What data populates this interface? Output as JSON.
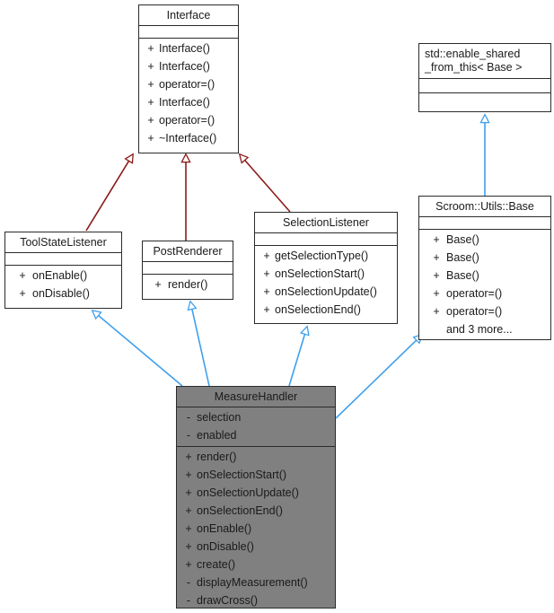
{
  "diagram": {
    "kind": "uml-class-inheritance",
    "colors": {
      "inherit_red": "#8b1a1a",
      "inherit_blue": "#3ea0ee",
      "node_fill": "#ffffff",
      "highlight_fill": "#808080",
      "border": "#2b2b2b",
      "background": "#ffffff"
    }
  },
  "nodes": {
    "interface": {
      "title": "Interface",
      "attributes": [],
      "methods": [
        {
          "vis": "+",
          "name": "Interface()"
        },
        {
          "vis": "+",
          "name": "Interface()"
        },
        {
          "vis": "+",
          "name": "operator=()"
        },
        {
          "vis": "+",
          "name": "Interface()"
        },
        {
          "vis": "+",
          "name": "operator=()"
        },
        {
          "vis": "+",
          "name": "~Interface()"
        }
      ]
    },
    "enable_shared": {
      "title": "std::enable_shared\n_from_this< Base >",
      "attributes": [],
      "methods": []
    },
    "base": {
      "title": "Scroom::Utils::Base",
      "attributes": [],
      "methods": [
        {
          "vis": "+",
          "name": "Base()"
        },
        {
          "vis": "+",
          "name": "Base()"
        },
        {
          "vis": "+",
          "name": "Base()"
        },
        {
          "vis": "+",
          "name": "operator=()"
        },
        {
          "vis": "+",
          "name": "operator=()"
        },
        {
          "vis": "",
          "name": "and 3 more..."
        }
      ]
    },
    "selection_listener": {
      "title": "SelectionListener",
      "attributes": [],
      "methods": [
        {
          "vis": "+",
          "name": "getSelectionType()"
        },
        {
          "vis": "+",
          "name": "onSelectionStart()"
        },
        {
          "vis": "+",
          "name": "onSelectionUpdate()"
        },
        {
          "vis": "+",
          "name": "onSelectionEnd()"
        }
      ]
    },
    "tool_state_listener": {
      "title": "ToolStateListener",
      "attributes": [],
      "methods": [
        {
          "vis": "+",
          "name": "onEnable()"
        },
        {
          "vis": "+",
          "name": "onDisable()"
        }
      ]
    },
    "post_renderer": {
      "title": "PostRenderer",
      "attributes": [],
      "methods": [
        {
          "vis": "+",
          "name": "render()"
        }
      ]
    },
    "measure_handler": {
      "title": "MeasureHandler",
      "attributes": [
        {
          "vis": "-",
          "name": "selection"
        },
        {
          "vis": "-",
          "name": "enabled"
        }
      ],
      "methods": [
        {
          "vis": "+",
          "name": "render()"
        },
        {
          "vis": "+",
          "name": "onSelectionStart()"
        },
        {
          "vis": "+",
          "name": "onSelectionUpdate()"
        },
        {
          "vis": "+",
          "name": "onSelectionEnd()"
        },
        {
          "vis": "+",
          "name": "onEnable()"
        },
        {
          "vis": "+",
          "name": "onDisable()"
        },
        {
          "vis": "+",
          "name": "create()"
        },
        {
          "vis": "-",
          "name": "displayMeasurement()"
        },
        {
          "vis": "-",
          "name": "drawCross()"
        }
      ]
    }
  },
  "edges": [
    {
      "from": "tool_state_listener",
      "to": "interface",
      "style": "inheritance",
      "color": "#8b1a1a"
    },
    {
      "from": "post_renderer",
      "to": "interface",
      "style": "inheritance",
      "color": "#8b1a1a"
    },
    {
      "from": "selection_listener",
      "to": "interface",
      "style": "inheritance",
      "color": "#8b1a1a"
    },
    {
      "from": "base",
      "to": "enable_shared",
      "style": "inheritance",
      "color": "#3ea0ee"
    },
    {
      "from": "measure_handler",
      "to": "tool_state_listener",
      "style": "inheritance",
      "color": "#3ea0ee"
    },
    {
      "from": "measure_handler",
      "to": "post_renderer",
      "style": "inheritance",
      "color": "#3ea0ee"
    },
    {
      "from": "measure_handler",
      "to": "selection_listener",
      "style": "inheritance",
      "color": "#3ea0ee"
    },
    {
      "from": "measure_handler",
      "to": "base",
      "style": "inheritance",
      "color": "#3ea0ee"
    }
  ]
}
